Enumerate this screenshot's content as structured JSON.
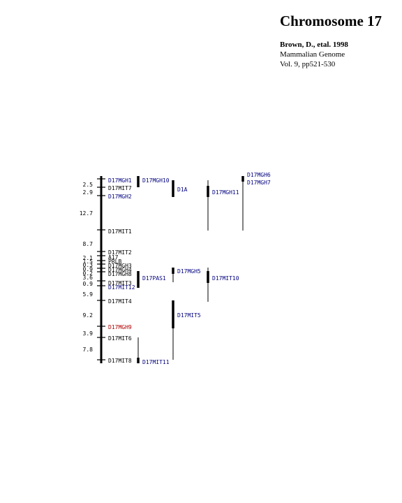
{
  "title": "Chromosome 17",
  "citation": {
    "authors": "Brown, D., etal. 1998",
    "journal": "Mammalian Genome",
    "volume": "Vol. 9, pp521-530"
  },
  "colors": {
    "ink": "#000000",
    "marker_blue": "#00007f",
    "marker_red": "#b00000",
    "marker_black": "#000000"
  },
  "map": {
    "intervals": [
      "2.5",
      "2.9",
      "12.7",
      "8.7",
      "2.1",
      "1.5",
      "0.3",
      "0.9",
      "0.2",
      "3.6",
      "0.9",
      "5.9",
      "9.2",
      "3.9",
      "7.8"
    ],
    "markers": [
      {
        "name": "D17MGH1",
        "color": "blue"
      },
      {
        "name": "D17MIT7",
        "color": "black"
      },
      {
        "name": "D17MGH2",
        "color": "blue"
      },
      {
        "name": "D17MIT1",
        "color": "black"
      },
      {
        "name": "D17MIT2",
        "color": "black"
      },
      {
        "name": "A17",
        "color": "black"
      },
      {
        "name": "PRLB",
        "color": "black"
      },
      {
        "name": "D17MGH3",
        "color": "black"
      },
      {
        "name": "D17MGH4",
        "color": "black"
      },
      {
        "name": "D17MGH8",
        "color": "black"
      },
      {
        "name": "D17MIT3",
        "color": "black"
      },
      {
        "name": "D17MIT12",
        "color": "blue"
      },
      {
        "name": "D17MIT4",
        "color": "black"
      },
      {
        "name": "D17MGH9",
        "color": "red"
      },
      {
        "name": "D17MIT6",
        "color": "black"
      },
      {
        "name": "D17MIT8",
        "color": "black"
      }
    ],
    "placed_markers": [
      {
        "name": "D17MGH10"
      },
      {
        "name": "D1A"
      },
      {
        "name": "D17MGH11"
      },
      {
        "name": "D17MGH6"
      },
      {
        "name": "D17MGH7"
      },
      {
        "name": "D17PAS1"
      },
      {
        "name": "D17MGH5"
      },
      {
        "name": "D17MIT10"
      },
      {
        "name": "D17MIT5"
      },
      {
        "name": "D17MIT11"
      }
    ]
  }
}
